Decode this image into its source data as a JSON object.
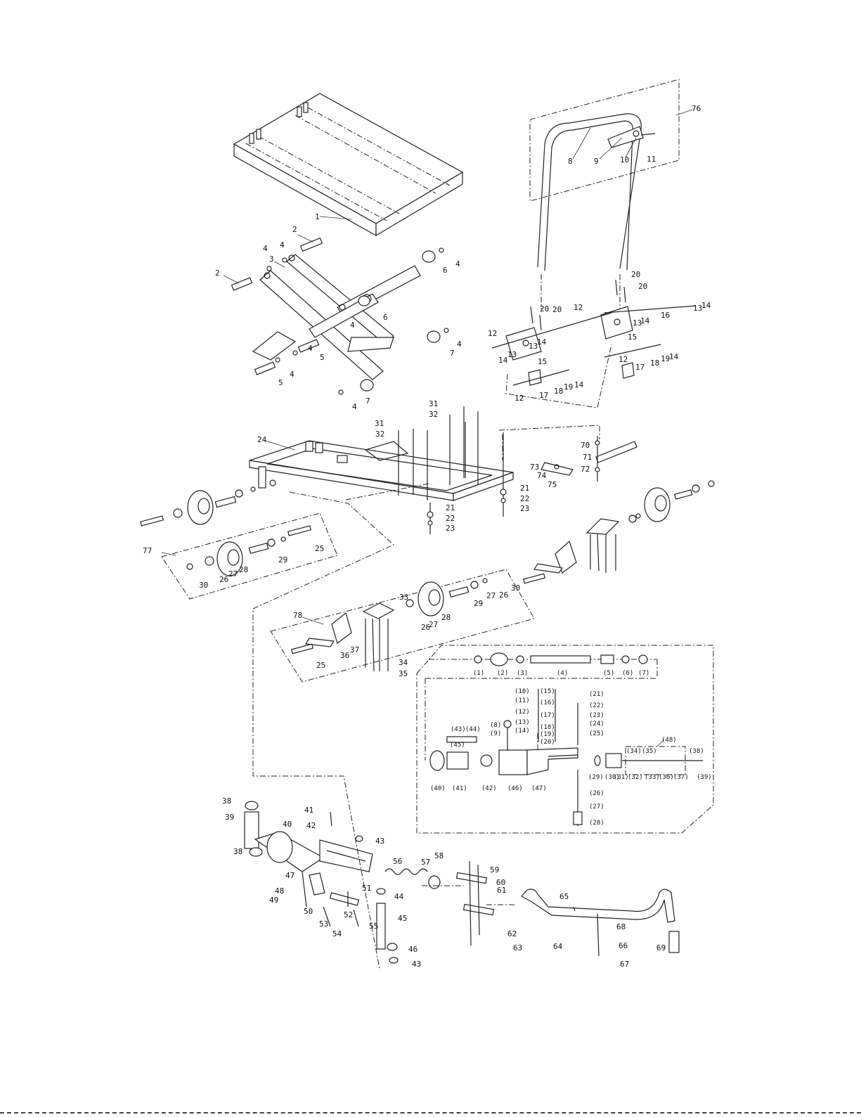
{
  "figure": {
    "callouts_main": [
      "1",
      "2",
      "3",
      "4",
      "5",
      "6",
      "7",
      "8",
      "9",
      "10",
      "11",
      "12",
      "13",
      "14",
      "15",
      "16",
      "17",
      "18",
      "19",
      "20",
      "21",
      "22",
      "23",
      "24",
      "25",
      "26",
      "27",
      "28",
      "29",
      "30",
      "31",
      "32",
      "33",
      "34",
      "35",
      "36",
      "37",
      "38",
      "39",
      "40",
      "41",
      "42",
      "43",
      "44",
      "45",
      "46",
      "47",
      "48",
      "49",
      "50",
      "51",
      "52",
      "53",
      "54",
      "55",
      "56",
      "57",
      "58",
      "59",
      "60",
      "61",
      "62",
      "63",
      "64",
      "65",
      "66",
      "67",
      "68",
      "69",
      "70",
      "71",
      "72",
      "73",
      "74",
      "75",
      "76",
      "77",
      "78"
    ],
    "callouts_pump": [
      "(1)",
      "(2)",
      "(3)",
      "(4)",
      "(5)",
      "(6)",
      "(7)",
      "(8)",
      "(9)",
      "(10)",
      "(11)",
      "(12)",
      "(13)",
      "(14)",
      "(15)",
      "(16)",
      "(17)",
      "(18)",
      "(19)",
      "(20)",
      "(21)",
      "(22)",
      "(23)",
      "(24)",
      "(25)",
      "(26)",
      "(27)",
      "(28)",
      "(29)",
      "(30)",
      "(31)",
      "(32)",
      "(33)",
      "(34)",
      "(35)",
      "(36)",
      "(37)",
      "(38)",
      "(39)",
      "(40)",
      "(41)",
      "(42)",
      "(43)",
      "(44)",
      "(45)",
      "(46)",
      "(47)",
      "(48)"
    ]
  }
}
